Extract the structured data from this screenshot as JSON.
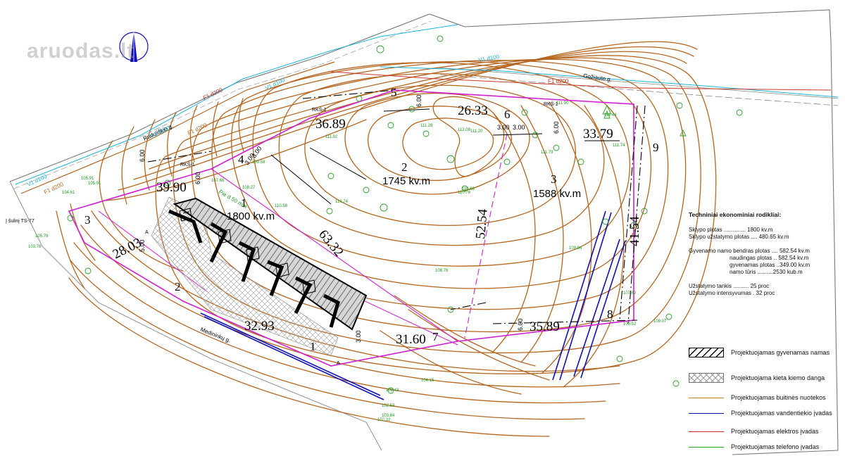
{
  "watermark": "aruodas.lt",
  "colors": {
    "contour": "#b5661f",
    "boundary": "#d21fd2",
    "water": "#1010b8",
    "sewer": "#c8862c",
    "electric": "#c82a1e",
    "phone": "#28a028",
    "v1": "#19b4dc",
    "building": "#000000"
  },
  "map": {
    "plots": [
      {
        "id": "1",
        "area": "1800 kv.m"
      },
      {
        "id": "2",
        "area": "1745 kv.m"
      },
      {
        "id": "3",
        "area": "1588 kv.m"
      }
    ],
    "segments": [
      "39.90",
      "36.89",
      "26.33",
      "33.79",
      "41.54",
      "35.89",
      "31.60",
      "32.93",
      "28.03",
      "63.32",
      "52.54"
    ],
    "point_numbers": [
      "1",
      "2",
      "3",
      "4",
      "5",
      "6",
      "7",
      "8",
      "9"
    ],
    "offsets": [
      "6.00",
      "3.00",
      "3.00",
      "6.00",
      "6.00",
      "6.00",
      "3.00",
      "3.00",
      "3.00",
      "5.00",
      "6.00"
    ],
    "streets": [
      "Gožiauto g.",
      "Medininkų g.",
      "Ruduliškio g."
    ],
    "utility_labels": [
      "V1 d100",
      "V1 d100",
      "F1 d200",
      "F1 d200",
      "F1 d200",
      "V1 d100",
      "V1 d100",
      "F1 d200",
      "Pie d 50 mm"
    ],
    "well_labels": [
      "RKŠ-1",
      "RKŠ-1",
      "RKŠ-1",
      "Į šulinį TS-77",
      "A",
      "A"
    ],
    "elevations": [
      "109.58",
      "110.76",
      "111.20",
      "111.90",
      "112.08",
      "109.84",
      "108.76",
      "107.62",
      "109.07",
      "104.15",
      "102.32",
      "102.58",
      "104.61",
      "103.78",
      "105.91",
      "107.66",
      "110.58",
      "111.02",
      "111.28",
      "110.68",
      "110.74",
      "111.79",
      "111.74",
      "111.44",
      "109.52",
      "105.79",
      "105.91",
      "108.27",
      "108.43",
      "103.84"
    ]
  },
  "indicators": {
    "title": "Techniniai ekonominiai rodikliai:",
    "rows": [
      "Sklypo plotas               ..............  1800 kv.m",
      "Sklypo užstatymo plotas      ....   480.65 kv.m",
      "Gyvenamo namo bendras plotas ....  582.54 kv.m",
      "naudingas plotas ..  582.54 kv.m",
      "gyvenamas plotas ..349.00 kv.m",
      "namo tūris  ..........2530 kub.m",
      "Užstatymo tankis  ..........   25 proc",
      "Užstatymo intensyvumas .    32 proc"
    ]
  },
  "legend": {
    "items": [
      "Projektuojamas gyvenamas namas",
      "Projektuojama kieta kiemo danga",
      "Projektuojamas buitinės nuotekos",
      "Projektuojamas vandentiekio įvadas",
      "Projektuojamas elektros įvadas",
      "Projektuojamas telefono įvadas"
    ]
  }
}
